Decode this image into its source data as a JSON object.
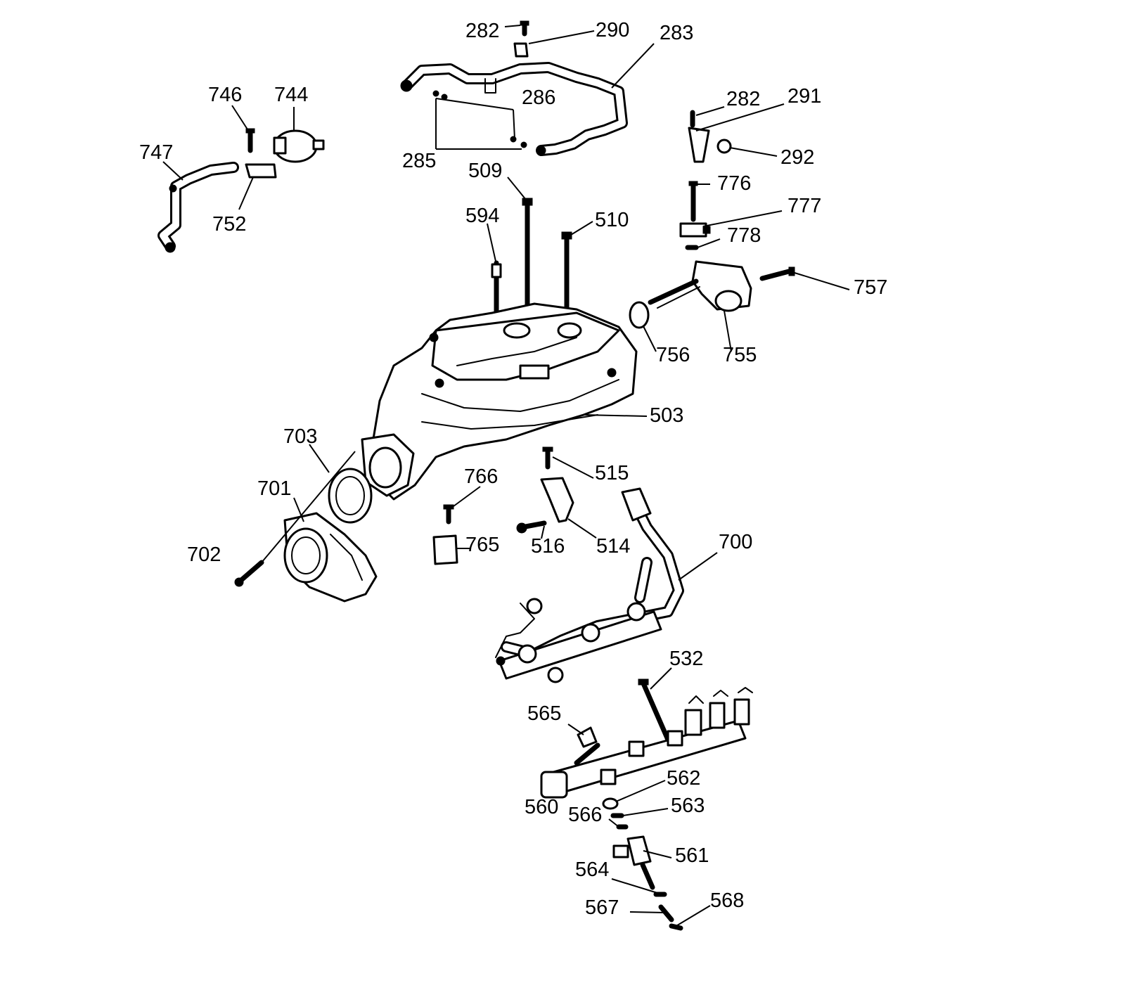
{
  "diagram": {
    "callouts": {
      "c282a": "282",
      "c290": "290",
      "c283": "283",
      "c286": "286",
      "c285": "285",
      "c746": "746",
      "c744": "744",
      "c747": "747",
      "c752": "752",
      "c282b": "282",
      "c291": "291",
      "c292": "292",
      "c509": "509",
      "c594": "594",
      "c510": "510",
      "c776": "776",
      "c777": "777",
      "c778": "778",
      "c757": "757",
      "c756": "756",
      "c755": "755",
      "c503": "503",
      "c703": "703",
      "c701": "701",
      "c702": "702",
      "c766": "766",
      "c765": "765",
      "c516": "516",
      "c515": "515",
      "c514": "514",
      "c700": "700",
      "c532": "532",
      "c565": "565",
      "c562": "562",
      "c563": "563",
      "c560": "560",
      "c566": "566",
      "c561": "561",
      "c564": "564",
      "c567": "567",
      "c568": "568"
    }
  }
}
